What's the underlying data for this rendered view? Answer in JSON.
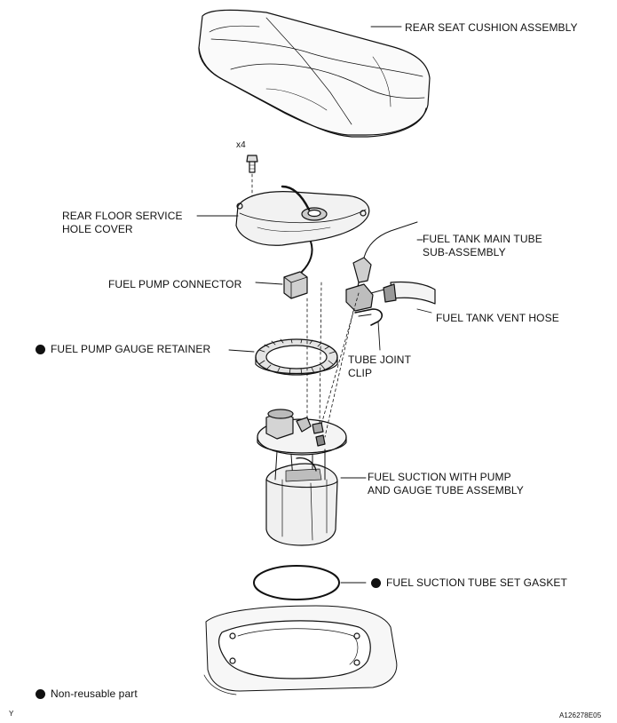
{
  "labels": {
    "rear_seat_cushion": "REAR SEAT CUSHION ASSEMBLY",
    "bolt_qty": "x4",
    "rear_floor_cover_1": "REAR FLOOR SERVICE",
    "rear_floor_cover_2": "HOLE COVER",
    "main_tube_1": "FUEL TANK MAIN TUBE",
    "main_tube_2": "SUB-ASSEMBLY",
    "pump_connector": "FUEL PUMP CONNECTOR",
    "vent_hose": "FUEL TANK VENT HOSE",
    "gauge_retainer": "FUEL PUMP GAUGE RETAINER",
    "tube_joint_1": "TUBE JOINT",
    "tube_joint_2": "CLIP",
    "suction_assembly_1": "FUEL SUCTION WITH PUMP",
    "suction_assembly_2": "AND GAUGE TUBE ASSEMBLY",
    "set_gasket": "FUEL SUCTION TUBE SET GASKET"
  },
  "legend": {
    "non_reusable": "Non-reusable part"
  },
  "footer": {
    "corner_mark": "Y",
    "figure_code": "A126278E05"
  },
  "colors": {
    "line": "#111111",
    "light_fill": "#f2f2f2",
    "mid_fill": "#d8d8d8",
    "dark_fill": "#9a9a9a"
  }
}
